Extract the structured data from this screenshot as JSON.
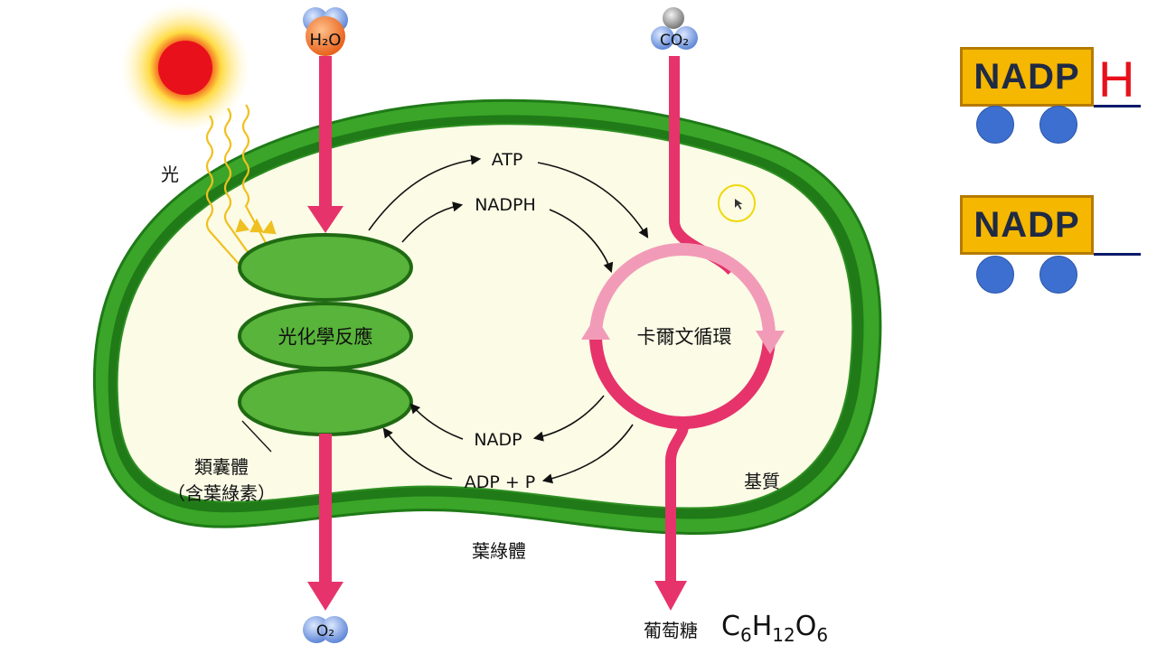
{
  "diagram": {
    "light_label": "光",
    "water_label": "H₂O",
    "co2_label": "CO₂",
    "oxygen_label": "O₂",
    "atp_label": "ATP",
    "nadph_label": "NADPH",
    "nadp_label": "NADP",
    "adp_label": "ADP + P",
    "light_reaction_label": "光化學反應",
    "calvin_cycle_label": "卡爾文循環",
    "thylakoid_label_line1": "類囊體",
    "thylakoid_label_line2": "（含葉綠素）",
    "stroma_label": "基質",
    "chloroplast_label": "葉綠體",
    "glucose_label": "葡萄糖",
    "glucose_formula": {
      "c": "C",
      "c_sub": "6",
      "h": "H",
      "h_sub": "12",
      "o": "O",
      "o_sub": "6"
    }
  },
  "side_panel": {
    "nadph_box_label": "NADP",
    "nadph_h_letter": "H",
    "nadp_box_label": "NADP"
  },
  "colors": {
    "membrane_outer": "#3aa528",
    "membrane_inner": "#1f7a17",
    "stroma_fill": "#fbfbe6",
    "arrow_pink": "#e6336b",
    "thylakoid_fill": "#58b43a",
    "nadp_box": "#f5b700",
    "electron_dot": "#3d6fd0",
    "h_red": "#e8101a"
  },
  "icons": [
    "sun-icon",
    "light-wave-icon",
    "water-molecule-icon",
    "co2-molecule-icon",
    "oxygen-molecule-icon",
    "cursor-highlight-icon"
  ]
}
